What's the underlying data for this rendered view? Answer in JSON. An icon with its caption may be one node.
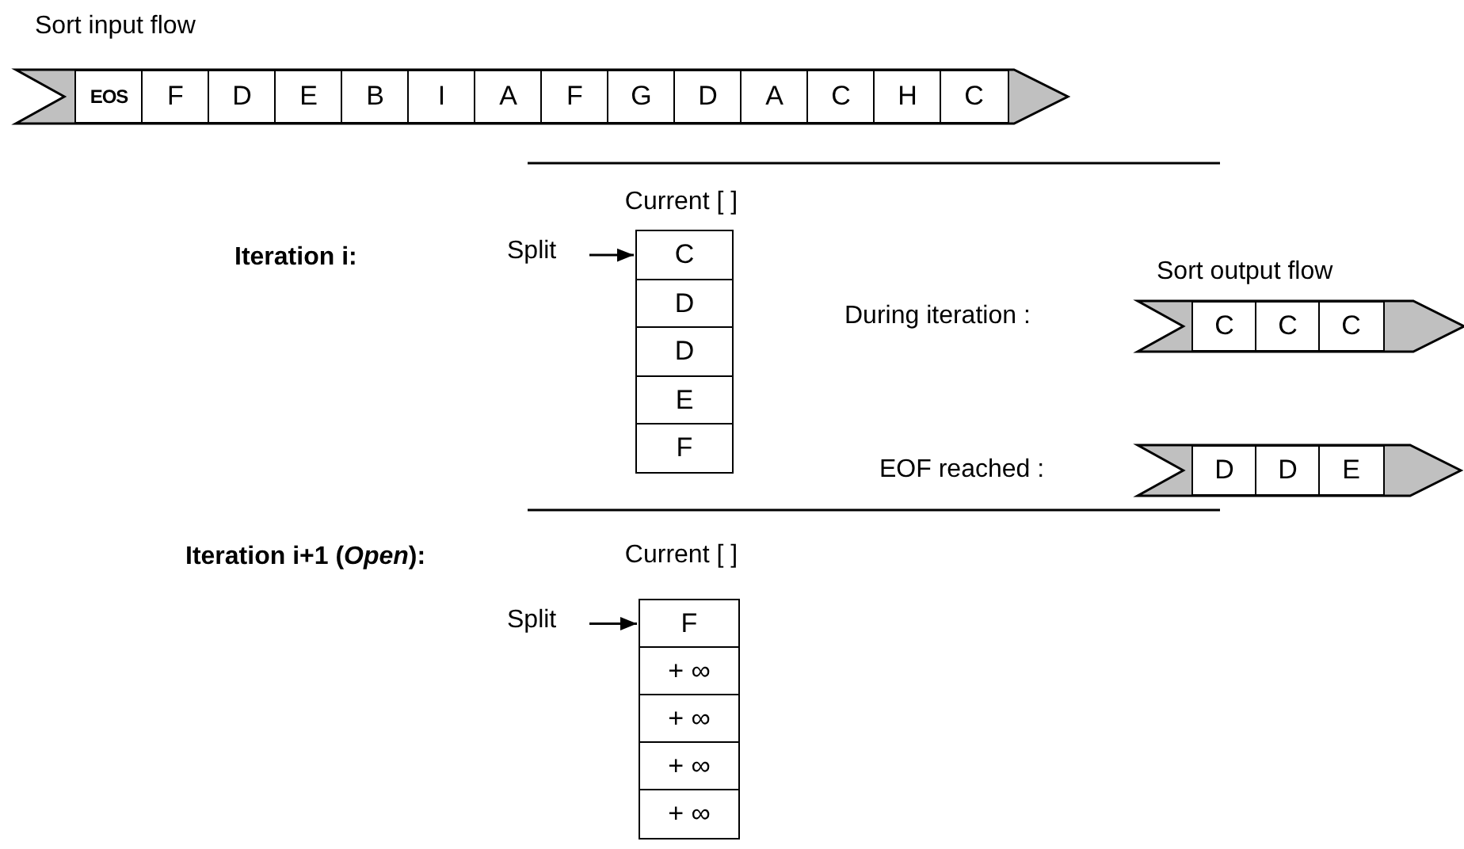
{
  "diagram": {
    "nodes": [
      {
        "text": [
          "Sort input flow"
        ]
      },
      {
        "text": [
          "EOS"
        ],
        "in": 0
      },
      {
        "text": [
          "F"
        ],
        "in": 0
      },
      {
        "text": [
          "D"
        ],
        "in": 0
      },
      {
        "text": [
          "E"
        ],
        "in": 0
      },
      {
        "text": [
          "B"
        ],
        "in": 0
      },
      {
        "text": [
          "I"
        ],
        "in": 0
      },
      {
        "text": [
          "A"
        ],
        "in": 0
      },
      {
        "text": [
          "F"
        ],
        "in": 0
      },
      {
        "text": [
          "G"
        ],
        "in": 0
      },
      {
        "text": [
          "D"
        ],
        "in": 0
      },
      {
        "text": [
          "A"
        ],
        "in": 0
      },
      {
        "text": [
          "C"
        ],
        "in": 0
      },
      {
        "text": [
          "H"
        ],
        "in": 0
      },
      {
        "text": [
          "C"
        ],
        "in": 0
      },
      {
        "text": [
          "Split"
        ]
      },
      {
        "text": [
          "Current [ ]"
        ]
      },
      {
        "text": [
          "C"
        ],
        "in": 16
      },
      {
        "text": [
          "D"
        ],
        "in": 16
      },
      {
        "text": [
          "D"
        ],
        "in": 16
      },
      {
        "text": [
          "E"
        ],
        "in": 16
      },
      {
        "text": [
          "F"
        ],
        "in": 16
      },
      {
        "text": [
          "Sort output flow"
        ]
      },
      {
        "text": [
          "C"
        ],
        "in": 22
      },
      {
        "text": [
          "C"
        ],
        "in": 22
      },
      {
        "text": [
          "C"
        ],
        "in": 22
      },
      {
        "text": [],
        "shape": "bar"
      },
      {
        "text": [
          "D"
        ],
        "in": 26
      },
      {
        "text": [
          "D"
        ],
        "in": 26
      },
      {
        "text": [
          "E"
        ],
        "in": 26
      },
      {
        "text": [
          "Split"
        ]
      },
      {
        "text": [
          "Current [ ]"
        ]
      },
      {
        "text": [
          "F"
        ],
        "in": 31
      },
      {
        "text": [
          "+ ∞"
        ],
        "in": 31
      },
      {
        "text": [
          "+ ∞"
        ],
        "in": 31
      },
      {
        "text": [
          "+ ∞"
        ],
        "in": 31
      },
      {
        "text": [
          "+ ∞"
        ],
        "in": 31
      }
    ],
    "edges": [
      {
        "from": 15,
        "to": 17,
        "arrow": "to"
      },
      {
        "from": 30,
        "to": 32,
        "arrow": "to"
      }
    ],
    "labels": [
      "Iteration i:",
      "During iteration :",
      "EOF reached :",
      "Iteration i+1 (*Open*):"
    ]
  }
}
